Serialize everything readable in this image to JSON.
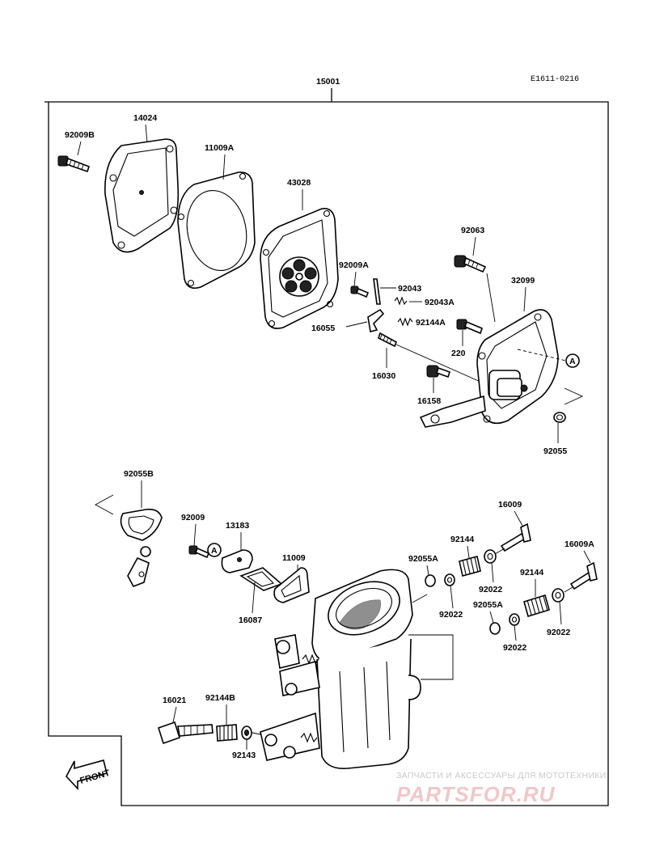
{
  "diagram_code": "E1611-0216",
  "assembly_label": "15001",
  "front_label": "FRONT",
  "parts": {
    "p92009B": "92009B",
    "p14024": "14024",
    "p11009A": "11009A",
    "p43028": "43028",
    "p92063": "92063",
    "p32099": "32099",
    "p92009A": "92009A",
    "p92043": "92043",
    "p92043A": "92043A",
    "p16055": "16055",
    "p92144A": "92144A",
    "p220": "220",
    "p16030": "16030",
    "p16158": "16158",
    "p92055": "92055",
    "p92055B": "92055B",
    "p92009": "92009",
    "p13183": "13183",
    "p11009": "11009",
    "p16087": "16087",
    "p16009": "16009",
    "p16009A": "16009A",
    "p92144_1": "92144",
    "p92144_2": "92144",
    "p92055A_1": "92055A",
    "p92055A_2": "92055A",
    "p92022_1": "92022",
    "p92022_2": "92022",
    "p92022_3": "92022",
    "p92022_4": "92022",
    "p16021": "16021",
    "p92144B": "92144B",
    "p92143": "92143"
  },
  "ref_marks": {
    "a1": "A",
    "a2": "A"
  },
  "watermark": {
    "line1": "ЗАПЧАСТИ И АКСЕССУАРЫ ДЛЯ МОТОТЕХНИКИ",
    "line2": "PARTSFOR.RU"
  }
}
